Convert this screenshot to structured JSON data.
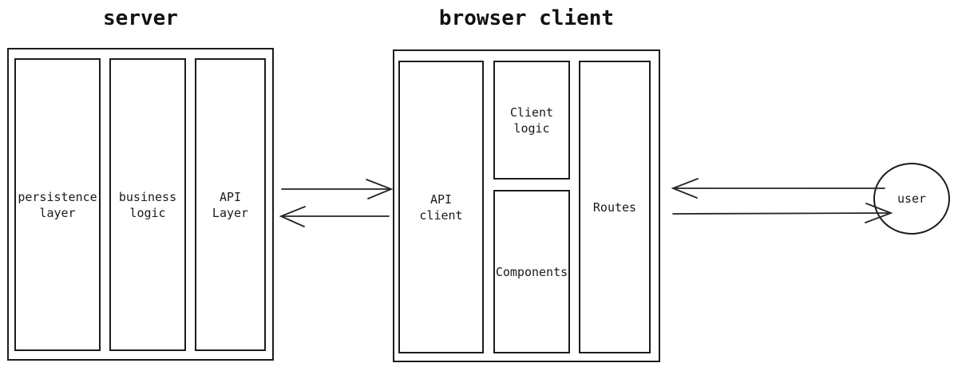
{
  "colors": {
    "background": "#ffffff",
    "line": "#1c1c1c",
    "text": "#1a1a1a"
  },
  "server": {
    "title": "server",
    "modules": [
      {
        "label": "persistence\nlayer"
      },
      {
        "label": "business\nlogic"
      },
      {
        "label": "API\nLayer"
      }
    ]
  },
  "browser_client": {
    "title": "browser client",
    "modules": [
      {
        "label": "API\nclient"
      },
      {
        "label": "Client\nlogic"
      },
      {
        "label": "Components"
      },
      {
        "label": "Routes"
      }
    ]
  },
  "user": {
    "label": "user"
  },
  "connections": [
    {
      "from": "server",
      "to": "browser client",
      "direction": "right"
    },
    {
      "from": "browser client",
      "to": "server",
      "direction": "left"
    },
    {
      "from": "user",
      "to": "browser client",
      "direction": "left"
    },
    {
      "from": "browser client",
      "to": "user",
      "direction": "right"
    }
  ]
}
